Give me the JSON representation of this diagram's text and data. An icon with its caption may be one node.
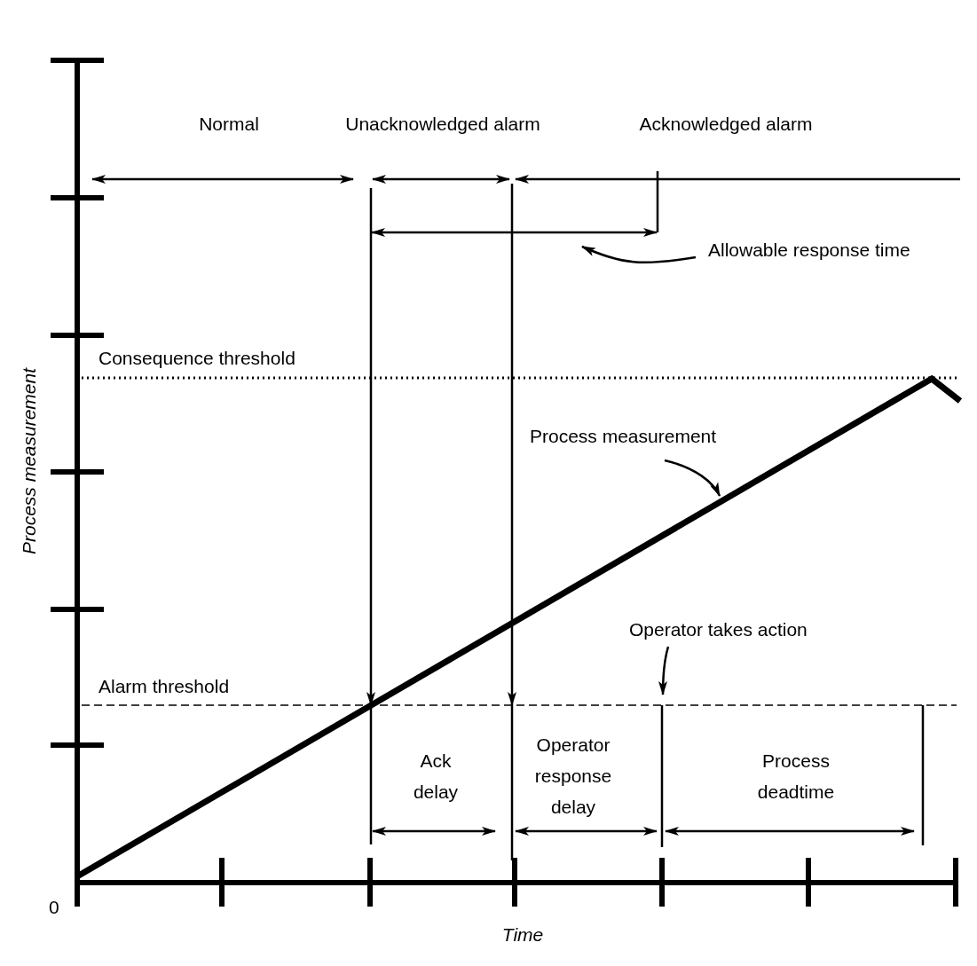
{
  "diagram": {
    "nodes": [
      {
        "text": [
          "Allowable response time"
        ]
      },
      {
        "text": [
          "Process measurement"
        ]
      },
      {
        "text": [
          "Operator takes action"
        ]
      }
    ],
    "edges": [
      {
        "from": 0,
        "to": null,
        "arrow": "to"
      },
      {
        "from": 1,
        "to": null,
        "arrow": "to"
      },
      {
        "from": 2,
        "to": null,
        "arrow": "to"
      }
    ],
    "labels": [
      "Normal",
      "Unacknowledged alarm",
      "Acknowledged alarm",
      "Consequence threshold",
      "Alarm threshold",
      "Ack delay",
      "Operator response delay",
      "Process deadtime",
      "Process measurement",
      "0",
      "Time"
    ]
  }
}
